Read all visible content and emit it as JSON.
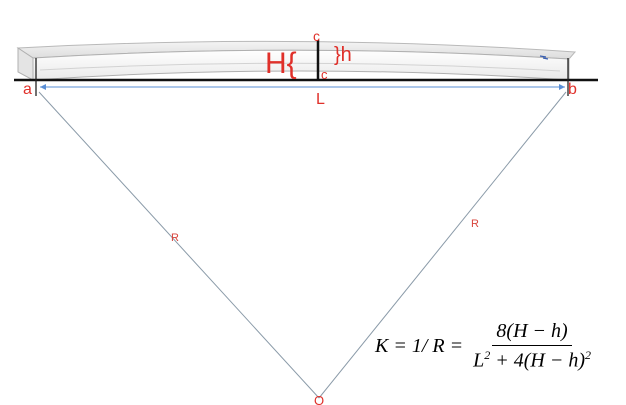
{
  "labels": {
    "point_a": "a",
    "point_b": "b",
    "point_c_top": "c",
    "point_c_bottom": "c",
    "length": "L",
    "height_big": "H{",
    "height_small": "}h",
    "radius_left": "R",
    "radius_right": "R",
    "center": "O"
  },
  "formula": {
    "lhs": "K = 1/ R =",
    "numerator": "8(H − h)",
    "denominator_main": "L",
    "denominator_sup": "2",
    "denominator_rest": " + 4(H − h)",
    "denominator_sup2": "2"
  },
  "colors": {
    "label": "#e0302a",
    "construction_line": "#8a9aa8",
    "dimension_line": "#5a8fd6",
    "baseline": "#111111"
  }
}
